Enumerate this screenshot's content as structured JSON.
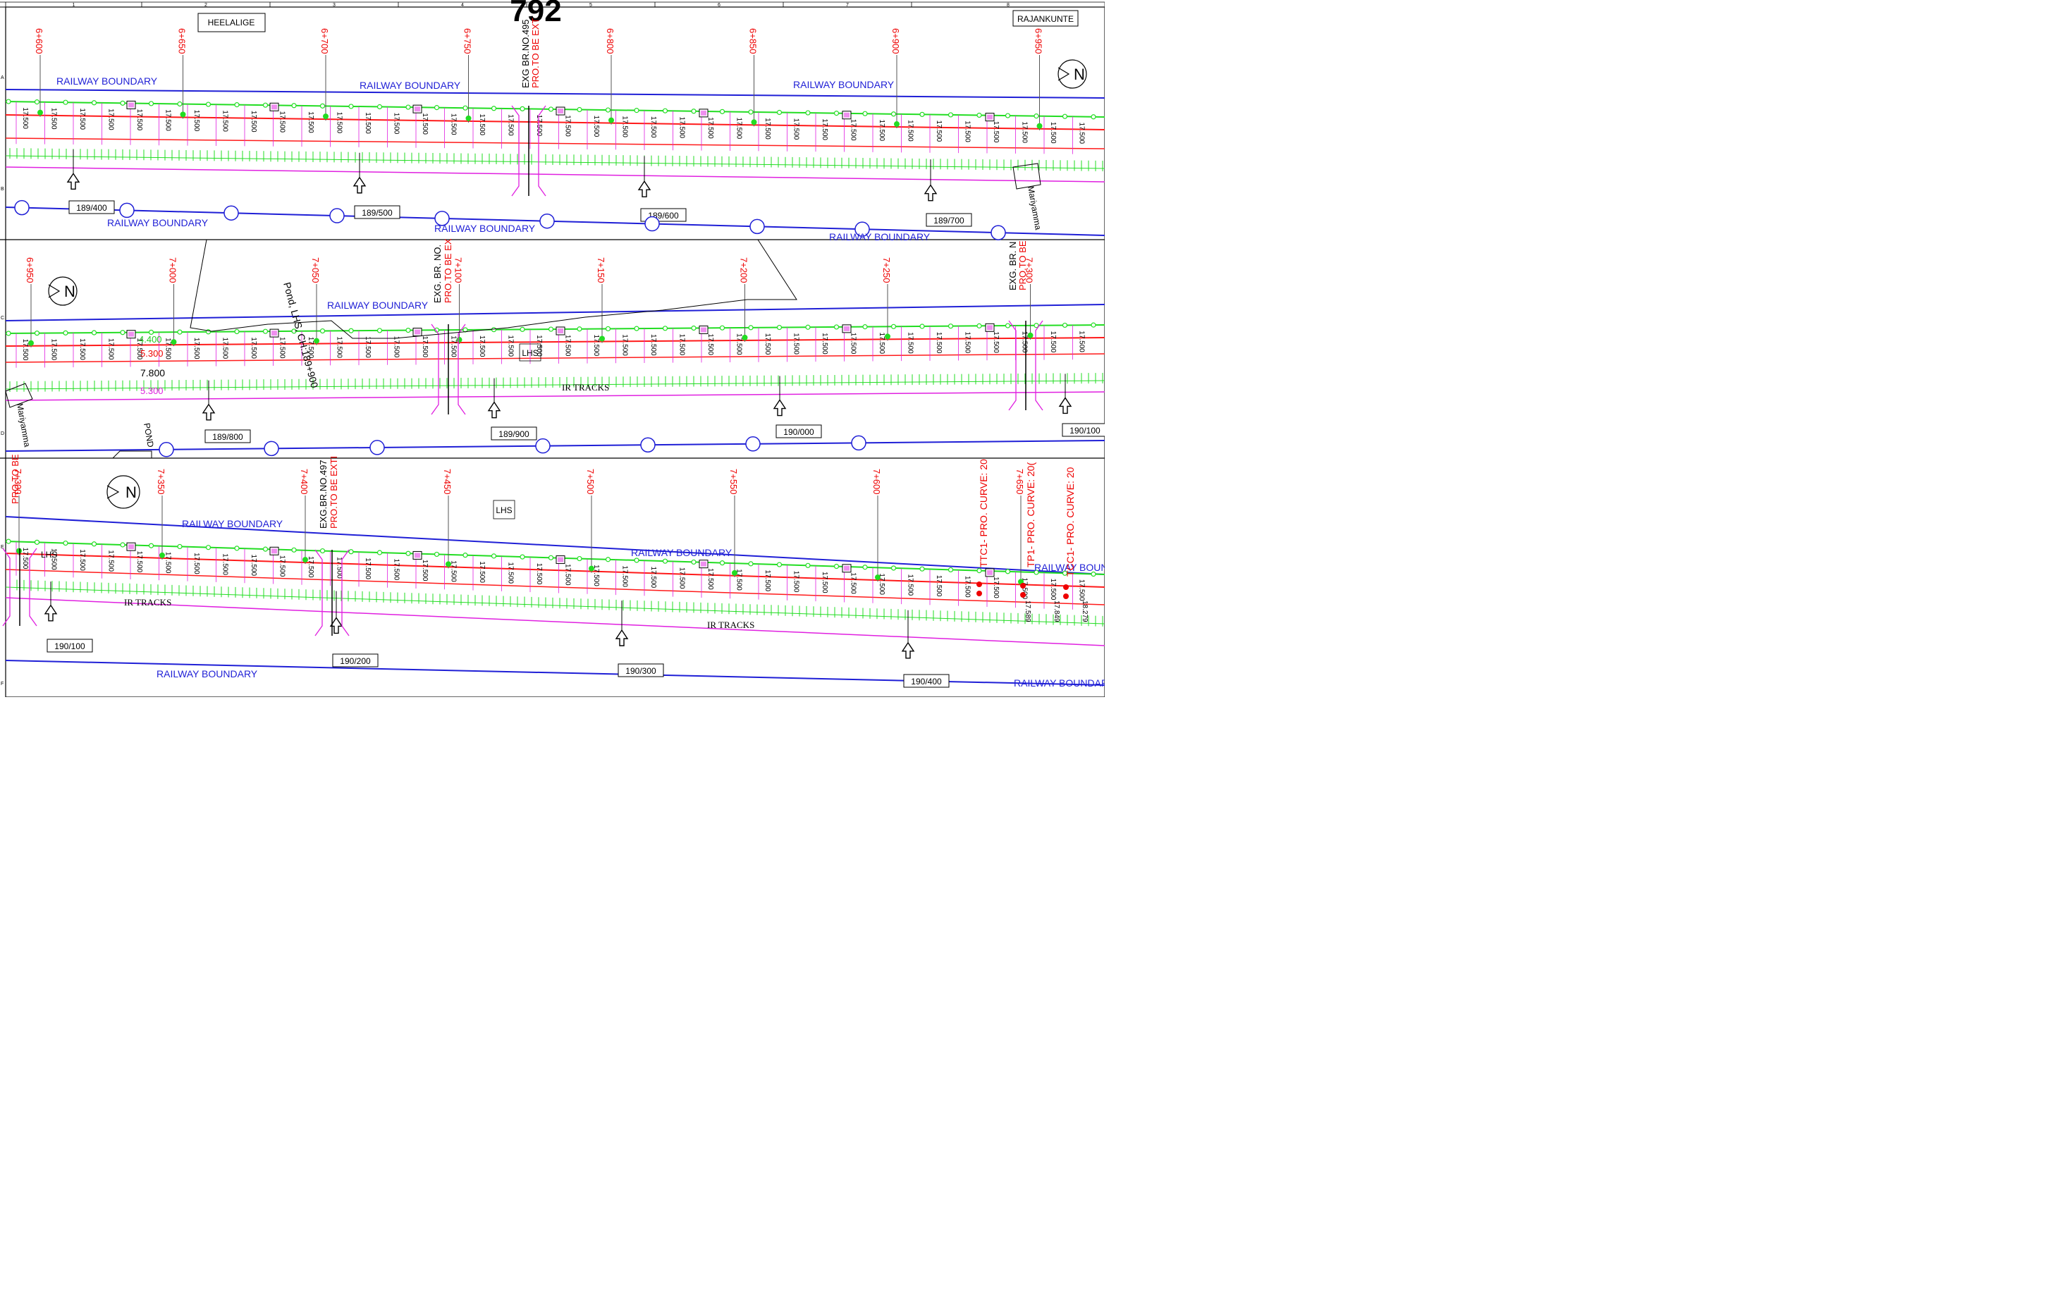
{
  "sheet": {
    "number": "792",
    "left_place": "HEELALIGE",
    "right_place": "RAJANKUNTE",
    "grid_cols": [
      "1",
      "2",
      "3",
      "4",
      "5",
      "6",
      "7",
      "8"
    ],
    "grid_rows": [
      "A",
      "B",
      "C",
      "D",
      "E",
      "F"
    ]
  },
  "labels": {
    "railway_boundary": "RAILWAY BOUNDARY",
    "ir_tracks": "IR TRACKS",
    "lhs": "LHS",
    "pond": "POND",
    "pond_lhs": "Pond, LHS, CH:189+900",
    "mariyamma": "Mariyamma",
    "bridge_495": "EXG BR.NO.495",
    "bridge_extend": "PRO.TO BE EXT",
    "bridge_no": "EXG. BR. NO.",
    "bridge_extend2": "PRO.TO BE EX",
    "bridge_497": "EXG.BR.NO.497",
    "bridge_extend3": "PRO.TO BE EXTI",
    "bridge_n": "EXG. BR. N",
    "bridge_extend4": "PRO.TO BE",
    "north": "N",
    "ttc1": "TTC1- PRO. CURVE: 20",
    "tp1": "TP1- PRO. CURVE: 20(",
    "tcc1": "TCC1- PRO. CURVE: 20",
    "dim_440": "4.400",
    "dim_530": "5.300",
    "dim_780": "7.800",
    "dim_530b": "5.300"
  },
  "rows": [
    {
      "chainages": [
        "6+600",
        "6+650",
        "6+700",
        "6+750",
        "6+800",
        "6+850",
        "6+900",
        "6+950"
      ],
      "kms": [
        "189/400",
        "189/500",
        "189/600",
        "189/700"
      ]
    },
    {
      "chainages": [
        "6+950",
        "7+000",
        "7+050",
        "7+100",
        "7+150",
        "7+200",
        "7+250",
        "7+300"
      ],
      "kms": [
        "189/800",
        "189/900",
        "190/000",
        "190/100"
      ]
    },
    {
      "chainages": [
        "7+300",
        "7+350",
        "7+400",
        "7+450",
        "7+500",
        "7+550",
        "7+600",
        "7+650"
      ],
      "kms": [
        "190/100",
        "190/200",
        "190/300",
        "190/400"
      ]
    }
  ],
  "width_values": [
    "17.500",
    "17.589",
    "17.849",
    "18.279"
  ],
  "colors": {
    "boundary": "#1f1fd6",
    "alignment": "#ff1a1a",
    "green": "#22dd22",
    "magenta": "#e020e0",
    "text_red": "#ee0000"
  }
}
